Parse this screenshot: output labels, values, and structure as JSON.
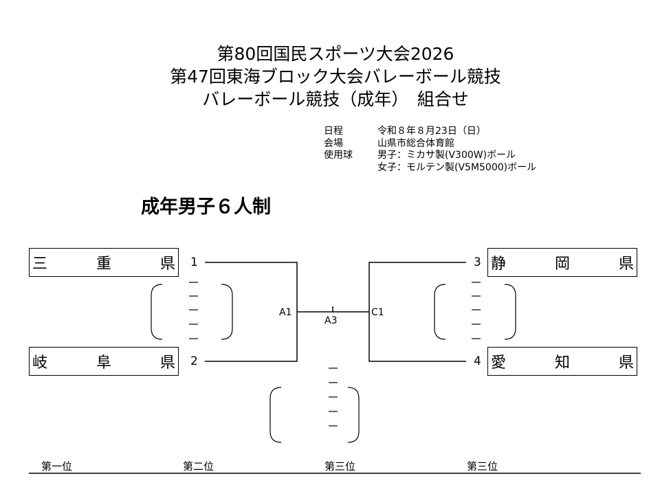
{
  "header": {
    "title_line1": "第80回国民スポーツ大会2026",
    "title_line2": "第47回東海ブロック大会バレーボール競技",
    "title_line3": "バレーボール競技（成年）　組合せ"
  },
  "info": {
    "schedule_label": "日程",
    "schedule_value": "令和８年８月23日（日）",
    "venue_label": "会場",
    "venue_value": "山県市総合体育館",
    "ball_label": "使用球",
    "ball_men": "男子：ミカサ製(V300W)ボール",
    "ball_women": "女子：モルテン製(V5M5000)ボール"
  },
  "division_title": "成年男子６人制",
  "teams": [
    {
      "seed": "1",
      "chars": [
        "三",
        "重",
        "県"
      ]
    },
    {
      "seed": "2",
      "chars": [
        "岐",
        "阜",
        "県"
      ]
    },
    {
      "seed": "3",
      "chars": [
        "静",
        "岡",
        "県"
      ]
    },
    {
      "seed": "4",
      "chars": [
        "愛",
        "知",
        "県"
      ]
    }
  ],
  "matches": {
    "a1": "A1",
    "a3": "A3",
    "c1": "C1"
  },
  "ranks": {
    "first": "第一位",
    "second": "第二位",
    "third_a": "第三位",
    "third_b": "第三位"
  }
}
